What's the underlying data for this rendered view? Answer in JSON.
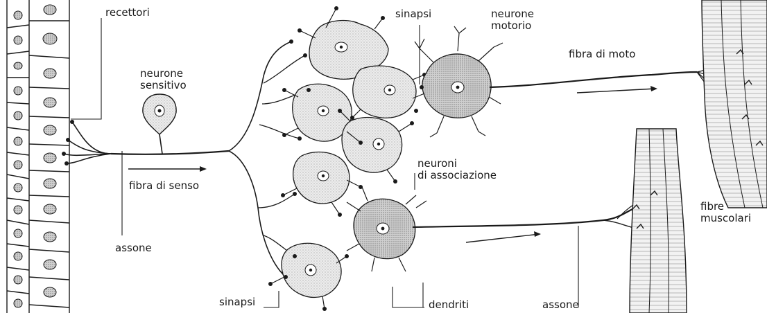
{
  "labels": {
    "recettori": "recettori",
    "neurone_sensitivo_1": "neurone",
    "neurone_sensitivo_2": "sensitivo",
    "fibra_di_senso": "fibra di senso",
    "assone_left": "assone",
    "sinapsi_top": "sinapsi",
    "neurone_motorio_1": "neurone",
    "neurone_motorio_2": "motorio",
    "fibra_di_moto": "fibra di moto",
    "neuroni_associazione_1": "neuroni",
    "neuroni_associazione_2": "di associazione",
    "fibre_muscolari_1": "fibre",
    "fibre_muscolari_2": "muscolari",
    "sinapsi_bottom": "sinapsi",
    "dendriti": "dendriti",
    "assone_bottom": "assone"
  },
  "colors": {
    "ink": "#1a1a1a",
    "stipple": "#d9d9d9",
    "stipple_dark": "#b5b5b5",
    "paper": "#ffffff"
  }
}
